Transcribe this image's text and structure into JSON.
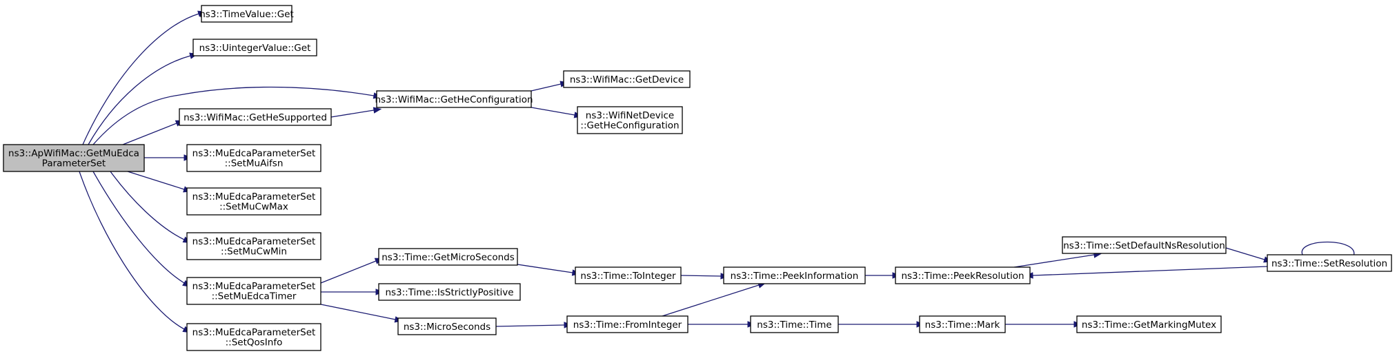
{
  "diagram": {
    "type": "call-graph",
    "colors": {
      "edge": "#191970",
      "root_fill": "#bfbfbf",
      "node_fill": "#ffffff",
      "border": "#000000"
    },
    "nodes": [
      {
        "id": "root",
        "lines": [
          "ns3::ApWifiMac::GetMuEdca",
          "ParameterSet"
        ],
        "root": true
      },
      {
        "id": "tvget",
        "lines": [
          "ns3::TimeValue::Get"
        ]
      },
      {
        "id": "uvget",
        "lines": [
          "ns3::UintegerValue::Get"
        ]
      },
      {
        "id": "hesup",
        "lines": [
          "ns3::WifiMac::GetHeSupported"
        ]
      },
      {
        "id": "hecfg",
        "lines": [
          "ns3::WifiMac::GetHeConfiguration"
        ]
      },
      {
        "id": "getdev",
        "lines": [
          "ns3::WifiMac::GetDevice"
        ]
      },
      {
        "id": "ndhecfg",
        "lines": [
          "ns3::WifiNetDevice",
          "::GetHeConfiguration"
        ]
      },
      {
        "id": "aifsn",
        "lines": [
          "ns3::MuEdcaParameterSet",
          "::SetMuAifsn"
        ]
      },
      {
        "id": "cwmax",
        "lines": [
          "ns3::MuEdcaParameterSet",
          "::SetMuCwMax"
        ]
      },
      {
        "id": "cwmin",
        "lines": [
          "ns3::MuEdcaParameterSet",
          "::SetMuCwMin"
        ]
      },
      {
        "id": "timer",
        "lines": [
          "ns3::MuEdcaParameterSet",
          "::SetMuEdcaTimer"
        ]
      },
      {
        "id": "qos",
        "lines": [
          "ns3::MuEdcaParameterSet",
          "::SetQosInfo"
        ]
      },
      {
        "id": "gms",
        "lines": [
          "ns3::Time::GetMicroSeconds"
        ]
      },
      {
        "id": "isp",
        "lines": [
          "ns3::Time::IsStrictlyPositive"
        ]
      },
      {
        "id": "micro",
        "lines": [
          "ns3::MicroSeconds"
        ]
      },
      {
        "id": "toint",
        "lines": [
          "ns3::Time::ToInteger"
        ]
      },
      {
        "id": "fromint",
        "lines": [
          "ns3::Time::FromInteger"
        ]
      },
      {
        "id": "peekinfo",
        "lines": [
          "ns3::Time::PeekInformation"
        ]
      },
      {
        "id": "ttime",
        "lines": [
          "ns3::Time::Time"
        ]
      },
      {
        "id": "peekres",
        "lines": [
          "ns3::Time::PeekResolution"
        ]
      },
      {
        "id": "mark",
        "lines": [
          "ns3::Time::Mark"
        ]
      },
      {
        "id": "setdef",
        "lines": [
          "ns3::Time::SetDefaultNsResolution"
        ]
      },
      {
        "id": "setres",
        "lines": [
          "ns3::Time::SetResolution"
        ]
      },
      {
        "id": "mutex",
        "lines": [
          "ns3::Time::GetMarkingMutex"
        ]
      }
    ],
    "edges": [
      {
        "from": "root",
        "to": "tvget"
      },
      {
        "from": "root",
        "to": "uvget"
      },
      {
        "from": "root",
        "to": "hecfg"
      },
      {
        "from": "root",
        "to": "hesup"
      },
      {
        "from": "root",
        "to": "aifsn"
      },
      {
        "from": "root",
        "to": "cwmax"
      },
      {
        "from": "root",
        "to": "cwmin"
      },
      {
        "from": "root",
        "to": "timer"
      },
      {
        "from": "root",
        "to": "qos"
      },
      {
        "from": "hesup",
        "to": "hecfg"
      },
      {
        "from": "hecfg",
        "to": "getdev"
      },
      {
        "from": "hecfg",
        "to": "ndhecfg"
      },
      {
        "from": "timer",
        "to": "gms"
      },
      {
        "from": "timer",
        "to": "isp"
      },
      {
        "from": "timer",
        "to": "micro"
      },
      {
        "from": "gms",
        "to": "toint"
      },
      {
        "from": "micro",
        "to": "fromint"
      },
      {
        "from": "toint",
        "to": "peekinfo"
      },
      {
        "from": "fromint",
        "to": "peekinfo"
      },
      {
        "from": "fromint",
        "to": "ttime"
      },
      {
        "from": "peekinfo",
        "to": "peekres"
      },
      {
        "from": "ttime",
        "to": "mark"
      },
      {
        "from": "peekres",
        "to": "setdef"
      },
      {
        "from": "setdef",
        "to": "setres"
      },
      {
        "from": "setres",
        "to": "peekres"
      },
      {
        "from": "setres",
        "to": "setres"
      },
      {
        "from": "mark",
        "to": "mutex"
      }
    ]
  }
}
